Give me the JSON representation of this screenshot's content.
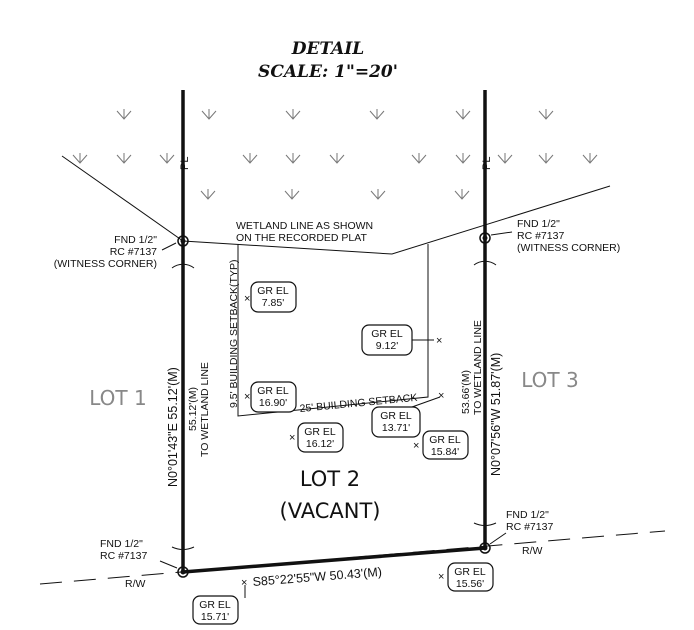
{
  "detail": {
    "title": "DETAIL",
    "scale": "SCALE: 1\"=20'"
  },
  "lots": {
    "lot1": "LOT 1",
    "lot2": "LOT 2",
    "lot2_sub": "(VACANT)",
    "lot3": "LOT 3"
  },
  "wetland": {
    "line1": "WETLAND LINE AS SHOWN",
    "line2": "ON THE RECORDED PLAT"
  },
  "setbacks": {
    "side": "9.5' BUILDING SETBACK(TYP)",
    "rear": "25' BUILDING SETBACK"
  },
  "bearings": {
    "west": "N0°01'43\"E  55.12'(M)",
    "west_wet1": "55.12'(M)",
    "west_wet2": "TO WETLAND LINE",
    "east": "N0°07'56\"W  51.87'(M)",
    "east_wet1": "53.66'(M)",
    "east_wet2": "TO WETLAND LINE",
    "south": "S85°22'55\"W    50.43'(M)"
  },
  "corners": {
    "nw": [
      "FND 1/2\"",
      "RC #7137",
      "(WITNESS CORNER)"
    ],
    "ne": [
      "FND 1/2\"",
      "RC #7137",
      "(WITNESS CORNER)"
    ],
    "sw": [
      "FND 1/2\"",
      "RC #7137"
    ],
    "se": [
      "FND 1/2\"",
      "RC #7137"
    ]
  },
  "row": {
    "left": "R/W",
    "right": "R/W"
  },
  "cl": "PL",
  "gr_label": "GR EL",
  "elevations": [
    "7.85'",
    "9.12'",
    "16.90'",
    "16.12'",
    "13.71'",
    "15.84'",
    "15.56'",
    "15.71'"
  ]
}
